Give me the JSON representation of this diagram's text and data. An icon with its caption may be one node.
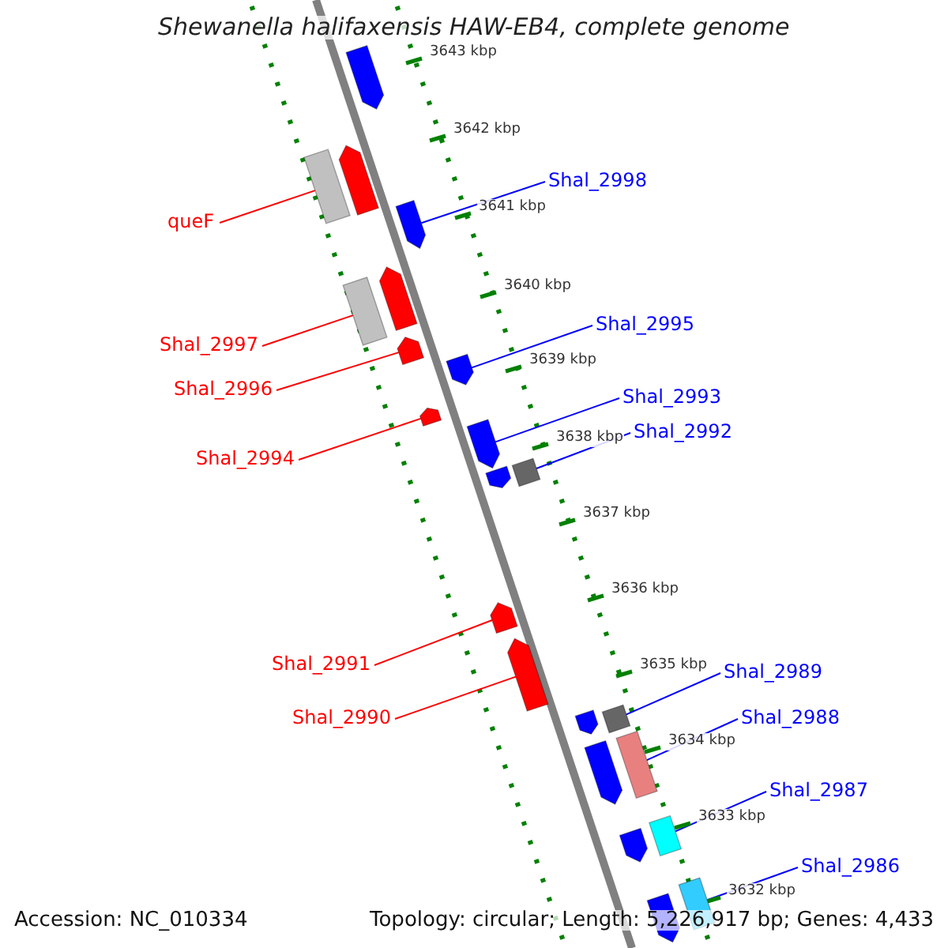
{
  "diagram": {
    "title": "Shewanella halifaxensis HAW-EB4, complete genome",
    "nodes": [
      {
        "text": [],
        "shape": "bar"
      },
      {
        "text": [
          "Shal_2998"
        ]
      },
      {
        "text": [],
        "shape": "bar"
      },
      {
        "text": [
          "queF"
        ]
      },
      {
        "text": [],
        "shape": "bar"
      },
      {
        "text": [],
        "shape": "bar"
      },
      {
        "text": [
          "Shal_2997"
        ]
      },
      {
        "text": [],
        "shape": "bar"
      },
      {
        "text": [],
        "shape": "bar"
      },
      {
        "text": [
          "Shal_2996"
        ]
      },
      {
        "text": [],
        "shape": "bar"
      },
      {
        "text": [
          "Shal_2995"
        ]
      },
      {
        "text": [],
        "shape": "bar"
      },
      {
        "text": [
          "Shal_2994"
        ]
      },
      {
        "text": [],
        "shape": "bar"
      },
      {
        "text": [
          "Shal_2993"
        ]
      },
      {
        "text": [],
        "shape": "bar"
      },
      {
        "text": [],
        "shape": "bar"
      },
      {
        "text": [
          "Shal_2992"
        ]
      },
      {
        "text": [],
        "shape": "bar"
      },
      {
        "text": [
          "Shal_2991"
        ]
      },
      {
        "text": [],
        "shape": "bar"
      },
      {
        "text": [
          "Shal_2990"
        ]
      },
      {
        "text": [],
        "shape": "bar"
      },
      {
        "text": [
          "Shal_2989"
        ]
      },
      {
        "text": [],
        "shape": "bar"
      },
      {
        "text": [],
        "shape": "bar"
      },
      {
        "text": [
          "Shal_2988"
        ]
      },
      {
        "text": [],
        "shape": "bar"
      },
      {
        "text": [],
        "shape": "bar"
      },
      {
        "text": [
          "Shal_2987"
        ]
      },
      {
        "text": [],
        "shape": "bar"
      },
      {
        "text": [],
        "shape": "bar"
      },
      {
        "text": [
          "Shal_2986"
        ]
      },
      {
        "text": [],
        "shape": "bar"
      },
      {
        "text": [],
        "shape": "bar"
      }
    ],
    "edges": [
      {
        "from": 1,
        "to": 2,
        "arrow": "none"
      },
      {
        "from": 3,
        "to": 4,
        "arrow": "none",
        "color": "#ff0000"
      },
      {
        "from": 6,
        "to": 7,
        "arrow": "none",
        "color": "#ff0000"
      },
      {
        "from": 9,
        "to": 10,
        "arrow": "none",
        "color": "#ff0000"
      },
      {
        "from": 11,
        "to": 12,
        "arrow": "none"
      },
      {
        "from": 13,
        "to": 14,
        "arrow": "none",
        "color": "#ff0000"
      },
      {
        "from": 15,
        "to": 16,
        "arrow": "none"
      },
      {
        "from": 18,
        "to": 19,
        "arrow": "none"
      },
      {
        "from": 20,
        "to": 21,
        "arrow": "none",
        "color": "#ff0000"
      },
      {
        "from": 22,
        "to": 23,
        "arrow": "none",
        "color": "#ff0000"
      },
      {
        "from": 24,
        "to": 25,
        "arrow": "none"
      },
      {
        "from": 27,
        "to": 28,
        "arrow": "none"
      },
      {
        "from": 30,
        "to": 31,
        "arrow": "none"
      },
      {
        "from": 33,
        "to": 34,
        "arrow": "none"
      }
    ],
    "labels": [
      "3643 kbp",
      "3642 kbp",
      "3641 kbp",
      "3640 kbp",
      "3639 kbp",
      "3638 kbp",
      "3637 kbp",
      "3636 kbp",
      "3635 kbp",
      "3634 kbp",
      "3633 kbp",
      "3632 kbp",
      "Accession: NC_010334",
      "Topology: circular; Length: 5,226,917 bp; Genes: 4,433"
    ]
  }
}
